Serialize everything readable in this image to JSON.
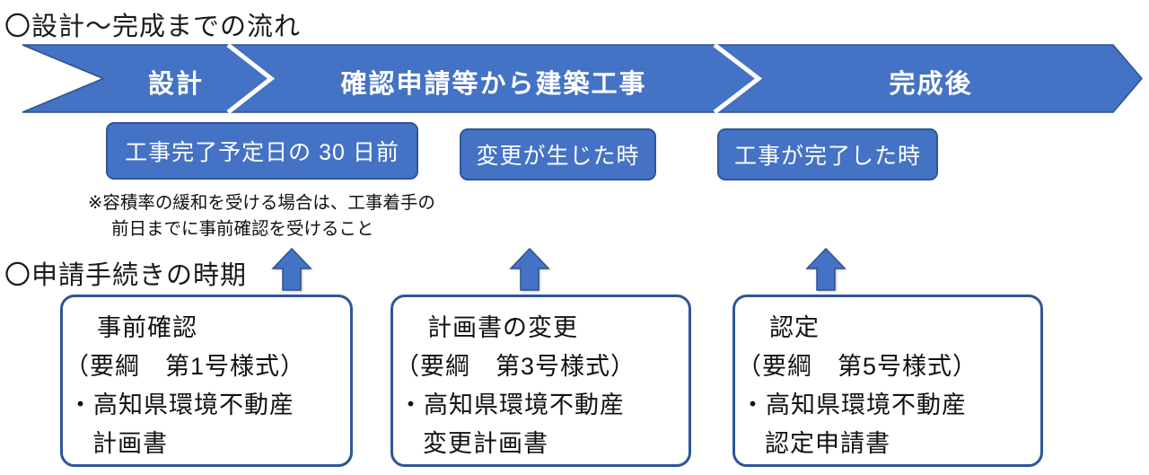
{
  "page": {
    "title": "〇設計〜完成までの流れ",
    "section2_title": "〇申請手続きの時期"
  },
  "banner": {
    "phases": [
      {
        "label": "設計"
      },
      {
        "label": "確認申請等から建築工事"
      },
      {
        "label": "完成後"
      }
    ]
  },
  "timing_boxes": [
    {
      "label": "工事完了予定日の 30 日前"
    },
    {
      "label": "変更が生じた時"
    },
    {
      "label": "工事が完了した時"
    }
  ],
  "note": {
    "line1": "※容積率の緩和を受ける場合は、工事着手の",
    "line2": "前日までに事前確認を受けること"
  },
  "procedure_boxes": [
    {
      "title": "事前確認",
      "form": "（要綱　第1号様式）",
      "doc_line1": "・高知県環境不動産",
      "doc_line2": "計画書"
    },
    {
      "title": "計画書の変更",
      "form": "（要綱　第3号様式）",
      "doc_line1": "・高知県環境不動産",
      "doc_line2": "変更計画書"
    },
    {
      "title": "認定",
      "form": "（要綱　第5号様式）",
      "doc_line1": "・高知県環境不動産",
      "doc_line2": "認定申請書"
    }
  ],
  "colors": {
    "primary_blue": "#4472C4",
    "dark_border_blue": "#2F5597",
    "banner_stroke": "#2F528F",
    "white": "#ffffff"
  }
}
